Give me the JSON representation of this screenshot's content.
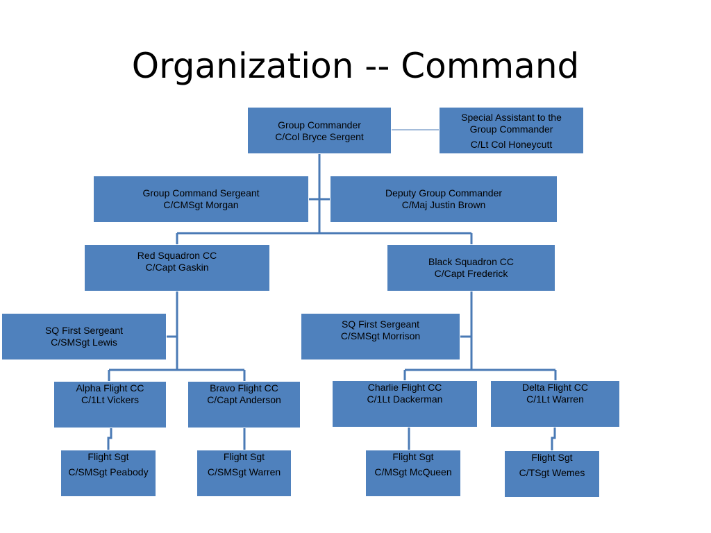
{
  "title": "Organization -- Command",
  "colors": {
    "box_fill": "#4f81bd",
    "line": "#4a7ab5",
    "text": "#000000"
  },
  "boxes": {
    "group_commander": [
      "Group Commander",
      "C/Col Bryce Sergent"
    ],
    "special_assistant": [
      "Special Assistant to the",
      "Group Commander",
      "C/Lt Col Honeycutt"
    ],
    "command_sergeant": [
      "Group Command Sergeant",
      "C/CMSgt Morgan"
    ],
    "deputy_commander": [
      "Deputy Group Commander",
      "C/Maj Justin Brown"
    ],
    "red_squadron": [
      "Red Squadron CC",
      "C/Capt Gaskin"
    ],
    "black_squadron": [
      "Black Squadron CC",
      "C/Capt Frederick"
    ],
    "red_first_sergeant": [
      "SQ First Sergeant",
      "C/SMSgt Lewis"
    ],
    "black_first_sergeant": [
      "SQ First Sergeant",
      "C/SMSgt Morrison"
    ],
    "alpha_flight": [
      "Alpha Flight CC",
      "C/1Lt Vickers"
    ],
    "bravo_flight": [
      "Bravo Flight CC",
      "C/Capt Anderson"
    ],
    "charlie_flight": [
      "Charlie Flight CC",
      "C/1Lt Dackerman"
    ],
    "delta_flight": [
      "Delta Flight CC",
      "C/1Lt Warren"
    ],
    "alpha_sgt": [
      "Flight Sgt",
      "C/SMSgt Peabody"
    ],
    "bravo_sgt": [
      "Flight Sgt",
      "C/SMSgt Warren"
    ],
    "charlie_sgt": [
      "Flight Sgt",
      "C/MSgt McQueen"
    ],
    "delta_sgt": [
      "Flight Sgt",
      "C/TSgt Wemes"
    ]
  }
}
